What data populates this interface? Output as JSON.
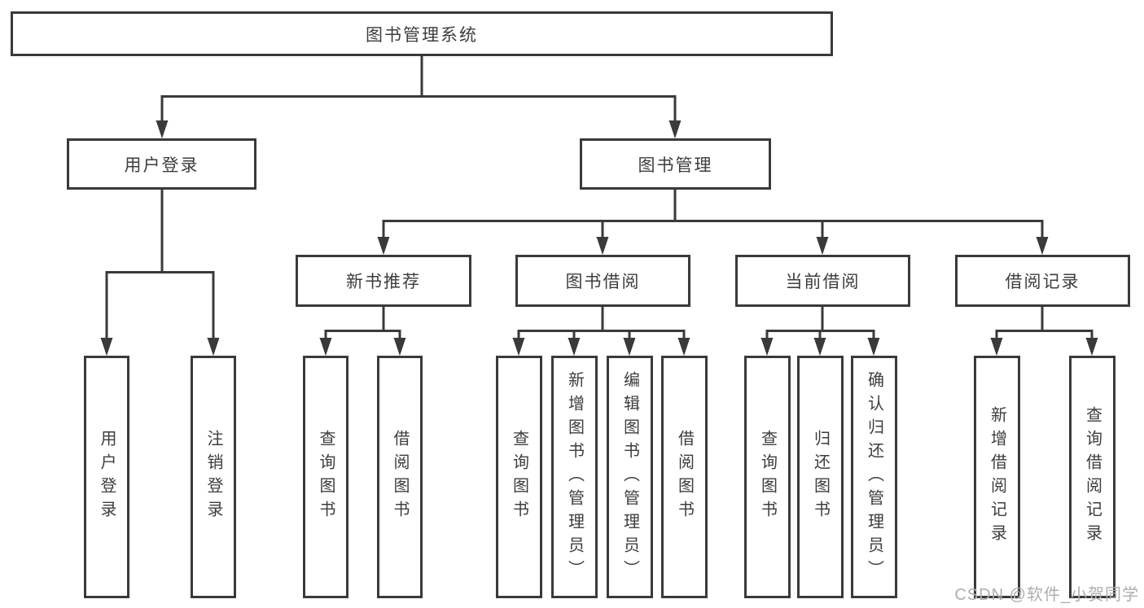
{
  "diagram": {
    "tree": {
      "root": {
        "label": "图书管理系统",
        "children": [
          {
            "label": "用户登录",
            "children": [
              {
                "label": "用户登录"
              },
              {
                "label": "注销登录"
              }
            ]
          },
          {
            "label": "图书管理",
            "children": [
              {
                "label": "新书推荐",
                "children": [
                  {
                    "label": "查询图书"
                  },
                  {
                    "label": "借阅图书"
                  }
                ]
              },
              {
                "label": "图书借阅",
                "children": [
                  {
                    "label": "查询图书"
                  },
                  {
                    "label": "新增图书（管理员）"
                  },
                  {
                    "label": "编辑图书（管理员）"
                  },
                  {
                    "label": "借阅图书"
                  }
                ]
              },
              {
                "label": "当前借阅",
                "children": [
                  {
                    "label": "查询图书"
                  },
                  {
                    "label": "归还图书"
                  },
                  {
                    "label": "确认归还（管理员）"
                  }
                ]
              },
              {
                "label": "借阅记录",
                "children": [
                  {
                    "label": "新增借阅记录"
                  },
                  {
                    "label": "查询借阅记录"
                  }
                ]
              }
            ]
          }
        ]
      }
    },
    "colors": {
      "line": "#3a3a3a",
      "text": "#3d3d3d",
      "watermark_text": "#aeaeae",
      "background": "#ffffff"
    }
  },
  "watermark": {
    "text": "CSDN @软件_小贺同学"
  }
}
